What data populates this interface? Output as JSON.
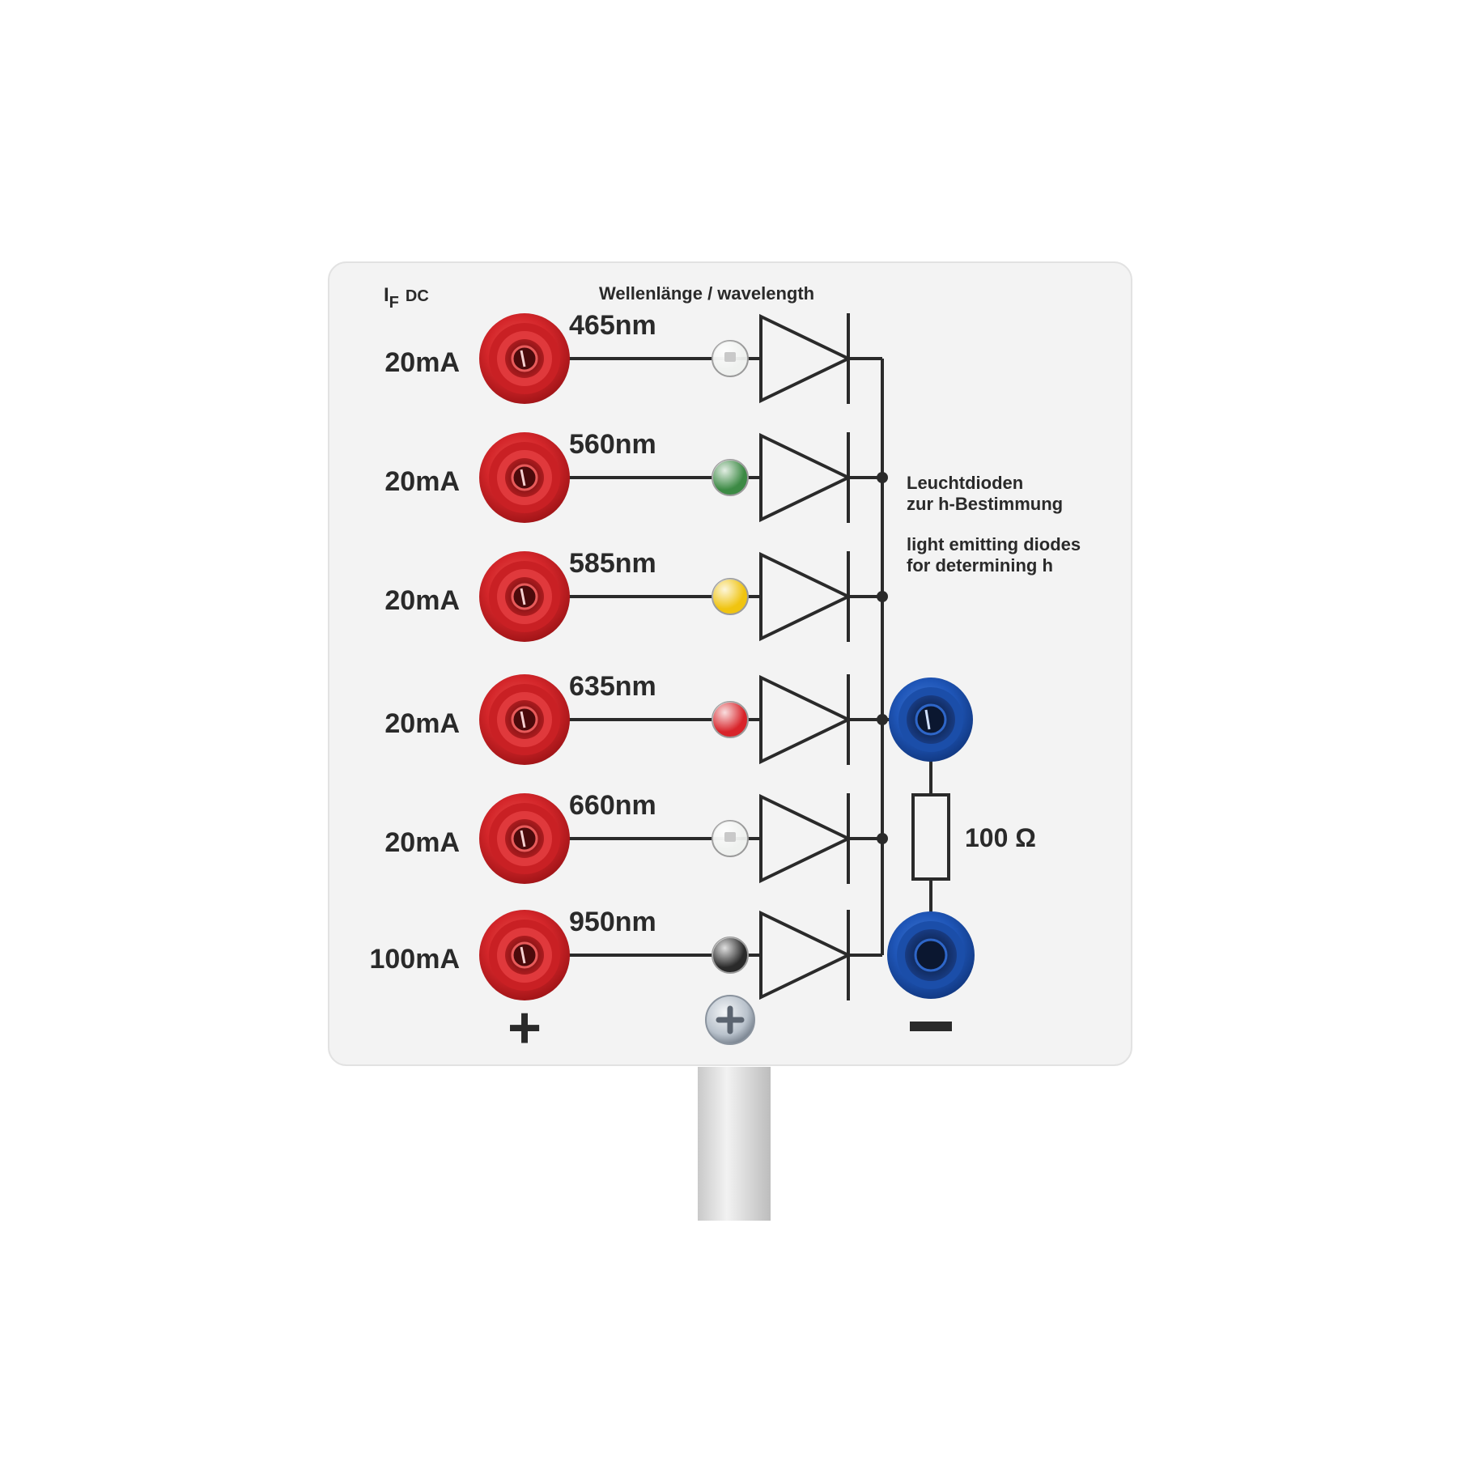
{
  "panel": {
    "current_header_main": "I",
    "current_header_sub": "F",
    "current_header_suffix": "DC",
    "wavelength_header": "Wellenlänge / wavelength",
    "rows": [
      {
        "current": "20mA",
        "wavelength": "465nm",
        "led_color": "#eef0ee",
        "led_kind": "clear"
      },
      {
        "current": "20mA",
        "wavelength": "560nm",
        "led_color": "#3c8a44",
        "led_kind": "green"
      },
      {
        "current": "20mA",
        "wavelength": "585nm",
        "led_color": "#f0c410",
        "led_kind": "yellow"
      },
      {
        "current": "20mA",
        "wavelength": "635nm",
        "led_color": "#d8242a",
        "led_kind": "red"
      },
      {
        "current": "20mA",
        "wavelength": "660nm",
        "led_color": "#eef0ee",
        "led_kind": "clear"
      },
      {
        "current": "100mA",
        "wavelength": "950nm",
        "led_color": "#2a2a2a",
        "led_kind": "dark"
      }
    ],
    "description_de_line1": "Leuchtdioden",
    "description_de_line2": "zur  h-Bestimmung",
    "description_en_line1": "light  emitting  diodes",
    "description_en_line2": "for  determining  h",
    "resistor_label": "100 Ω",
    "plus_symbol": "+",
    "minus_symbol": "−"
  },
  "colors": {
    "panel": "#f3f3f3",
    "socket_red": "#d8262a",
    "socket_blue": "#1f56b8",
    "ink": "#2a2a2a"
  }
}
